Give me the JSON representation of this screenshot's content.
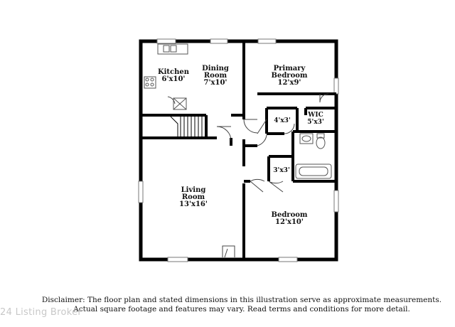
{
  "rooms": {
    "kitchen": {
      "name": "Kitchen",
      "dims": "6'x10'"
    },
    "dining": {
      "name_line1": "Dining",
      "name_line2": "Room",
      "dims": "7'x10'"
    },
    "primary": {
      "name_line1": "Primary",
      "name_line2": "Bedroom",
      "dims": "12'x9'"
    },
    "closet_a": {
      "dims": "4'x3'"
    },
    "wic": {
      "name": "WIC",
      "dims": "5'x3'"
    },
    "closet_b": {
      "dims": "3'x3'"
    },
    "living": {
      "name_line1": "Living",
      "name_line2": "Room",
      "dims": "13'x16'"
    },
    "bedroom": {
      "name": "Bedroom",
      "dims": "12'x10'"
    }
  },
  "disclaimer": {
    "line1": "Disclaimer: The floor plan and stated dimensions in this illustration serve as approximate measurements.",
    "line2": "Actual square footage and features may vary. Read terms and conditions for more detail."
  },
  "watermark": "24 Listing Broker",
  "colors": {
    "wall": "#000000",
    "fixture": "#555555",
    "text": "#111111",
    "watermark": "#c8c8c8"
  }
}
